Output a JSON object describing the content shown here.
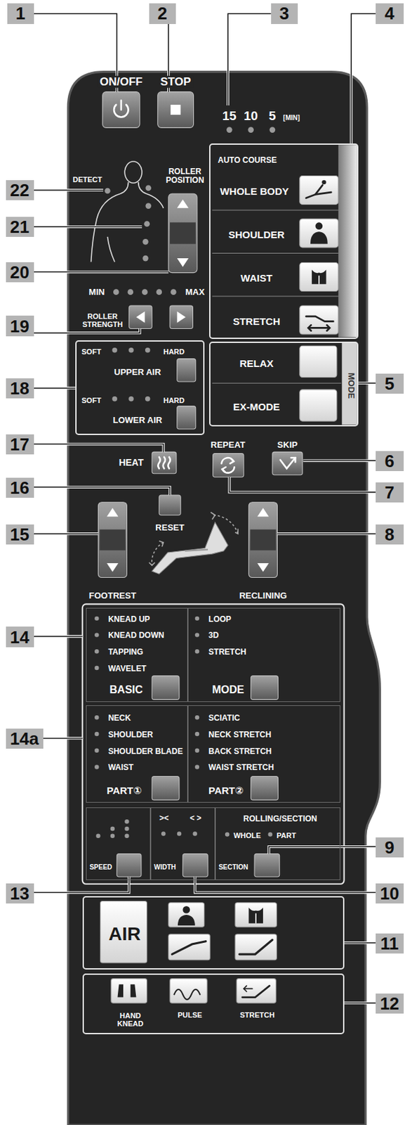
{
  "diagram": {
    "nodes": [
      {
        "text": [
          "AUTO COURSE",
          "WHOLE BODY",
          "SHOULDER",
          "WAIST",
          "STRETCH"
        ]
      },
      {
        "text": [
          "RELAX",
          "EX-MODE",
          "MODE"
        ]
      },
      {
        "text": [
          "SOFT",
          "HARD",
          "UPPER AIR",
          "SOFT",
          "HARD",
          "LOWER AIR"
        ]
      },
      {
        "text": [
          "KNEAD UP",
          "KNEAD DOWN",
          "TAPPING",
          "WAVELET",
          "BASIC"
        ]
      },
      {
        "text": [
          "LOOP",
          "3D",
          "STRETCH",
          "MODE"
        ]
      },
      {
        "text": [
          "NECK",
          "SHOULDER",
          "SHOULDER BLADE",
          "WAIST",
          "PART①"
        ]
      },
      {
        "text": [
          "SCIATIC",
          "NECK STRETCH",
          "BACK STRETCH",
          "WAIST STRETCH",
          "PART②"
        ]
      },
      {
        "text": [
          "SPEED"
        ]
      },
      {
        "text": [
          "><",
          "< >",
          "WIDTH"
        ]
      },
      {
        "text": [
          "ROLLING/SECTION",
          "WHOLE",
          "PART",
          "SECTION"
        ]
      },
      {
        "text": [
          "AIR"
        ]
      },
      {
        "text": [
          "HAND KNEAD",
          "PULSE",
          "STRETCH"
        ]
      }
    ],
    "labels": [
      "1",
      "2",
      "3",
      "4",
      "ON/OFF",
      "STOP",
      "15",
      "10",
      "5",
      "[MIN]",
      "22",
      "DETECT",
      "ROLLER POSITION",
      "21",
      "20",
      "MIN",
      "MAX",
      "ROLLER STRENGTH",
      "19",
      "18",
      "5",
      "17",
      "HEAT",
      "REPEAT",
      "SKIP",
      "6",
      "7",
      "16",
      "RESET",
      "15",
      "8",
      "FOOTREST",
      "RECLINING",
      "14",
      "14a",
      "9",
      "13",
      "10",
      "11",
      "12"
    ]
  }
}
